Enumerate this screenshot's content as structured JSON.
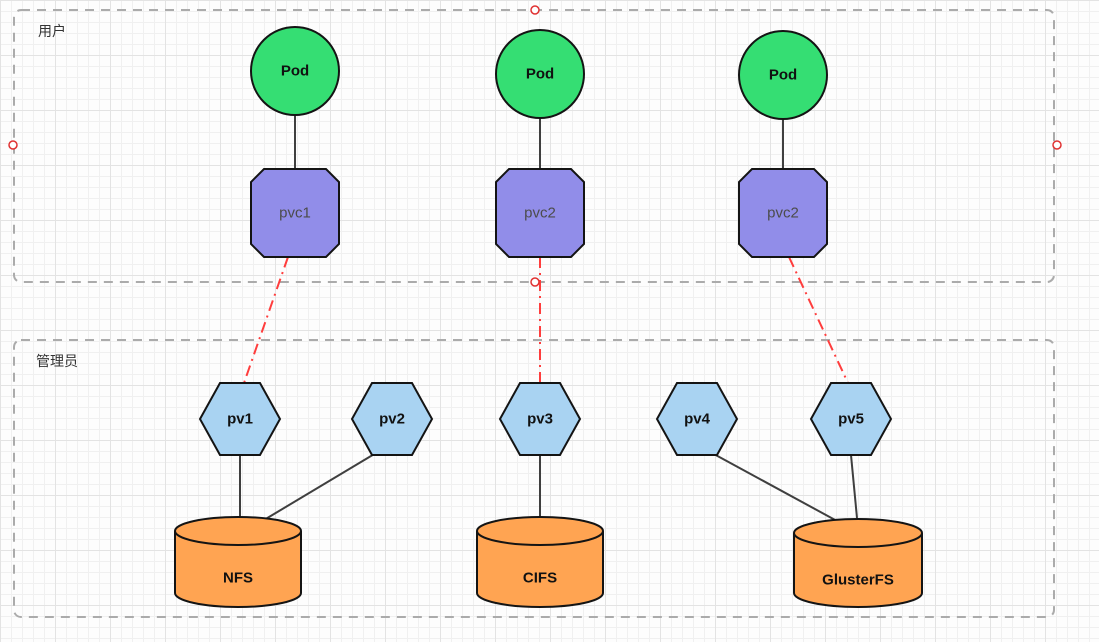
{
  "diagram": {
    "containers": [
      {
        "id": "user",
        "label": "用户"
      },
      {
        "id": "admin",
        "label": "管理员"
      }
    ],
    "pods": [
      {
        "label": "Pod"
      },
      {
        "label": "Pod"
      },
      {
        "label": "Pod"
      }
    ],
    "pvcs": [
      {
        "label": "pvc1"
      },
      {
        "label": "pvc2"
      },
      {
        "label": "pvc2"
      }
    ],
    "pvs": [
      {
        "label": "pv1"
      },
      {
        "label": "pv2"
      },
      {
        "label": "pv3"
      },
      {
        "label": "pv4"
      },
      {
        "label": "pv5"
      }
    ],
    "storage": [
      {
        "label": "NFS"
      },
      {
        "label": "CIFS"
      },
      {
        "label": "GlusterFS"
      }
    ],
    "edges": [
      {
        "from": "pod-1",
        "to": "pvc1",
        "style": "solid"
      },
      {
        "from": "pod-2",
        "to": "pvc2",
        "style": "solid"
      },
      {
        "from": "pod-3",
        "to": "pvc2-b",
        "style": "solid"
      },
      {
        "from": "pvc1",
        "to": "pv1",
        "style": "red-dashdot"
      },
      {
        "from": "pvc2",
        "to": "pv3",
        "style": "red-dashdot"
      },
      {
        "from": "pvc2-b",
        "to": "pv5",
        "style": "red-dashdot"
      },
      {
        "from": "pv1",
        "to": "NFS",
        "style": "solid"
      },
      {
        "from": "pv2",
        "to": "NFS",
        "style": "solid"
      },
      {
        "from": "pv3",
        "to": "CIFS",
        "style": "solid"
      },
      {
        "from": "pv4",
        "to": "GlusterFS",
        "style": "solid"
      },
      {
        "from": "pv5",
        "to": "GlusterFS",
        "style": "solid"
      }
    ],
    "colors": {
      "pod_fill": "#35de73",
      "pvc_fill": "#918de9",
      "pv_fill": "#a9d3f2",
      "storage_fill": "#ffa452",
      "edge": "#3f3f3f",
      "binding_edge": "#ff3d3d",
      "container_border": "#ababab",
      "handle_stroke": "#e03131"
    }
  }
}
